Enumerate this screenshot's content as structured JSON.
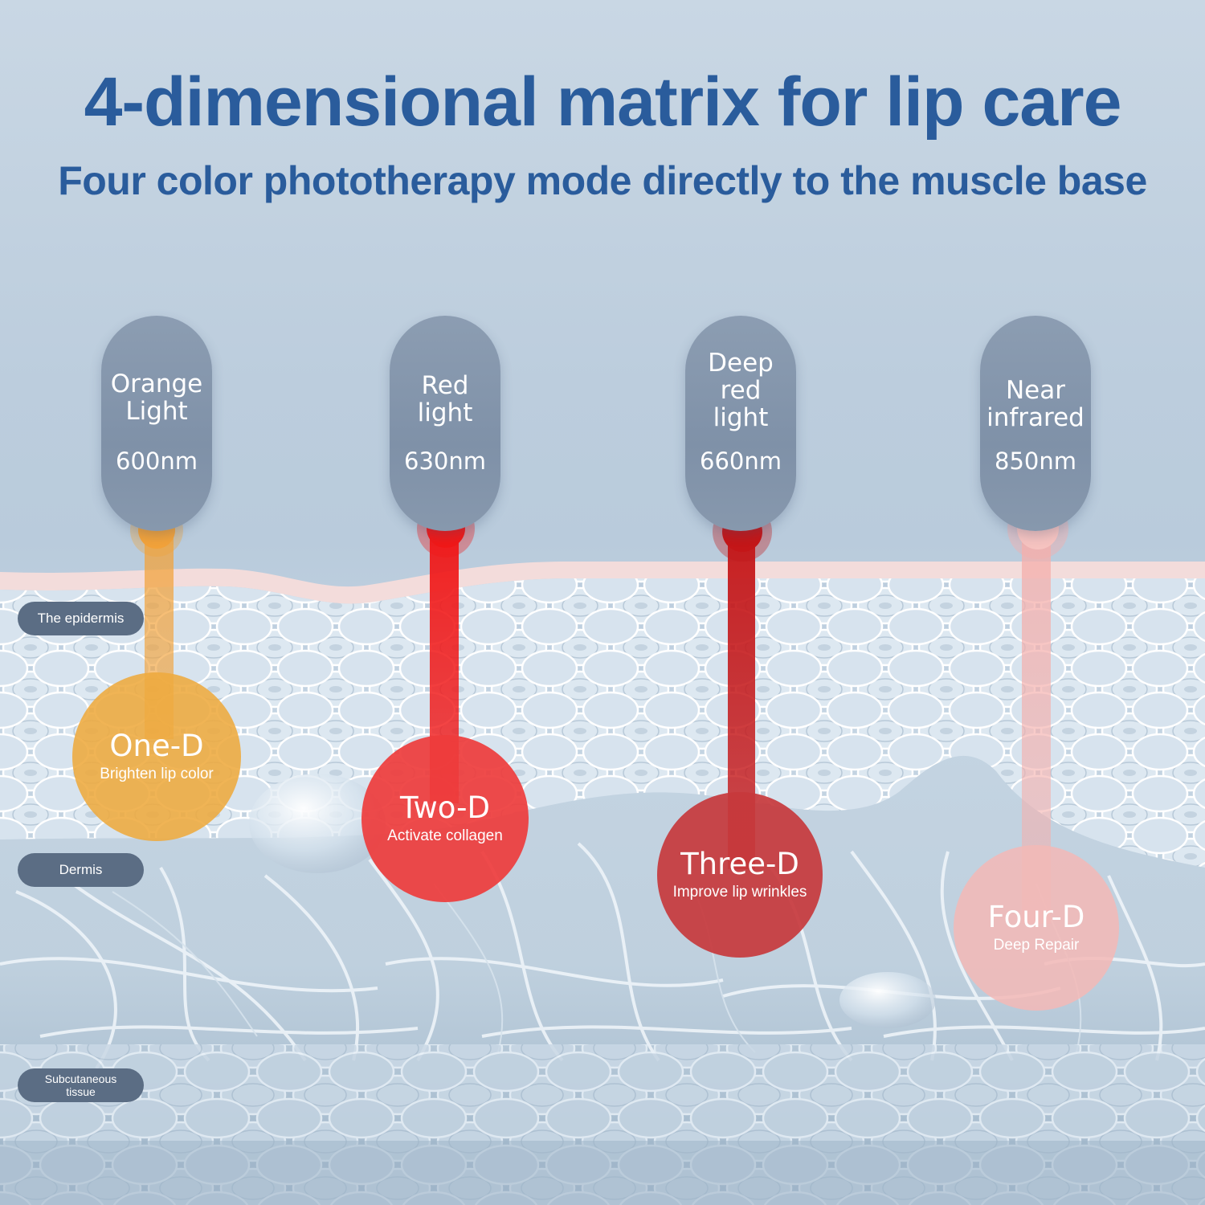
{
  "header": {
    "title": "4-dimensional matrix for lip care",
    "subtitle": "Four color phototherapy mode directly to the muscle base"
  },
  "lights": [
    {
      "name": "Orange\nLight",
      "wavelength": "600nm",
      "color": "#f2a23a"
    },
    {
      "name": "Red\nlight",
      "wavelength": "630nm",
      "color": "#f01818"
    },
    {
      "name": "Deep\nred\nlight",
      "wavelength": "660nm",
      "color": "#c41618"
    },
    {
      "name": "Near\ninfrared",
      "wavelength": "850nm",
      "color": "#f4b0ad"
    }
  ],
  "layers": [
    {
      "label": "The epidermis"
    },
    {
      "label": "Dermis"
    },
    {
      "label": "Subcutaneous\ntissue"
    }
  ],
  "stages": [
    {
      "name": "One-D",
      "description": "Brighten lip color",
      "color": "#eeaa3e"
    },
    {
      "name": "Two-D",
      "description": "Activate collagen",
      "color": "#ee3c3c"
    },
    {
      "name": "Three-D",
      "description": "Improve lip wrinkles",
      "color": "#c7383c"
    },
    {
      "name": "Four-D",
      "description": "Deep Repair",
      "color": "#f3b9b6"
    }
  ]
}
